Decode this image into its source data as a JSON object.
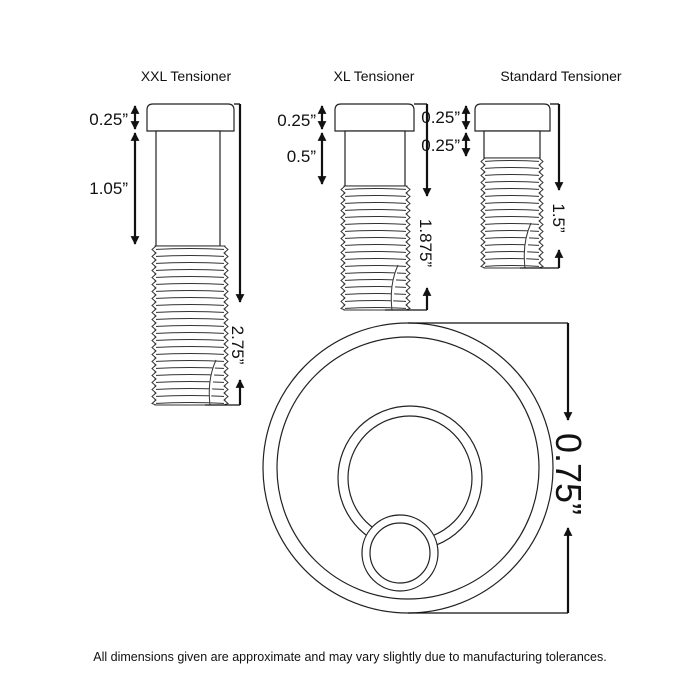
{
  "tensioners": [
    {
      "name": "XXL Tensioner",
      "head": "0.25”",
      "shank": "1.05”",
      "total": "2.75”"
    },
    {
      "name": "XL Tensioner",
      "head": "0.25”",
      "shank": "0.5”",
      "total": "1.875”"
    },
    {
      "name": "Standard Tensioner",
      "head": "0.25”",
      "shank": "0.25”",
      "total": "1.5”"
    }
  ],
  "top_view": {
    "diameter": "0.75”"
  },
  "footer": "All dimensions given are approximate and may vary slightly due to manufacturing tolerances."
}
